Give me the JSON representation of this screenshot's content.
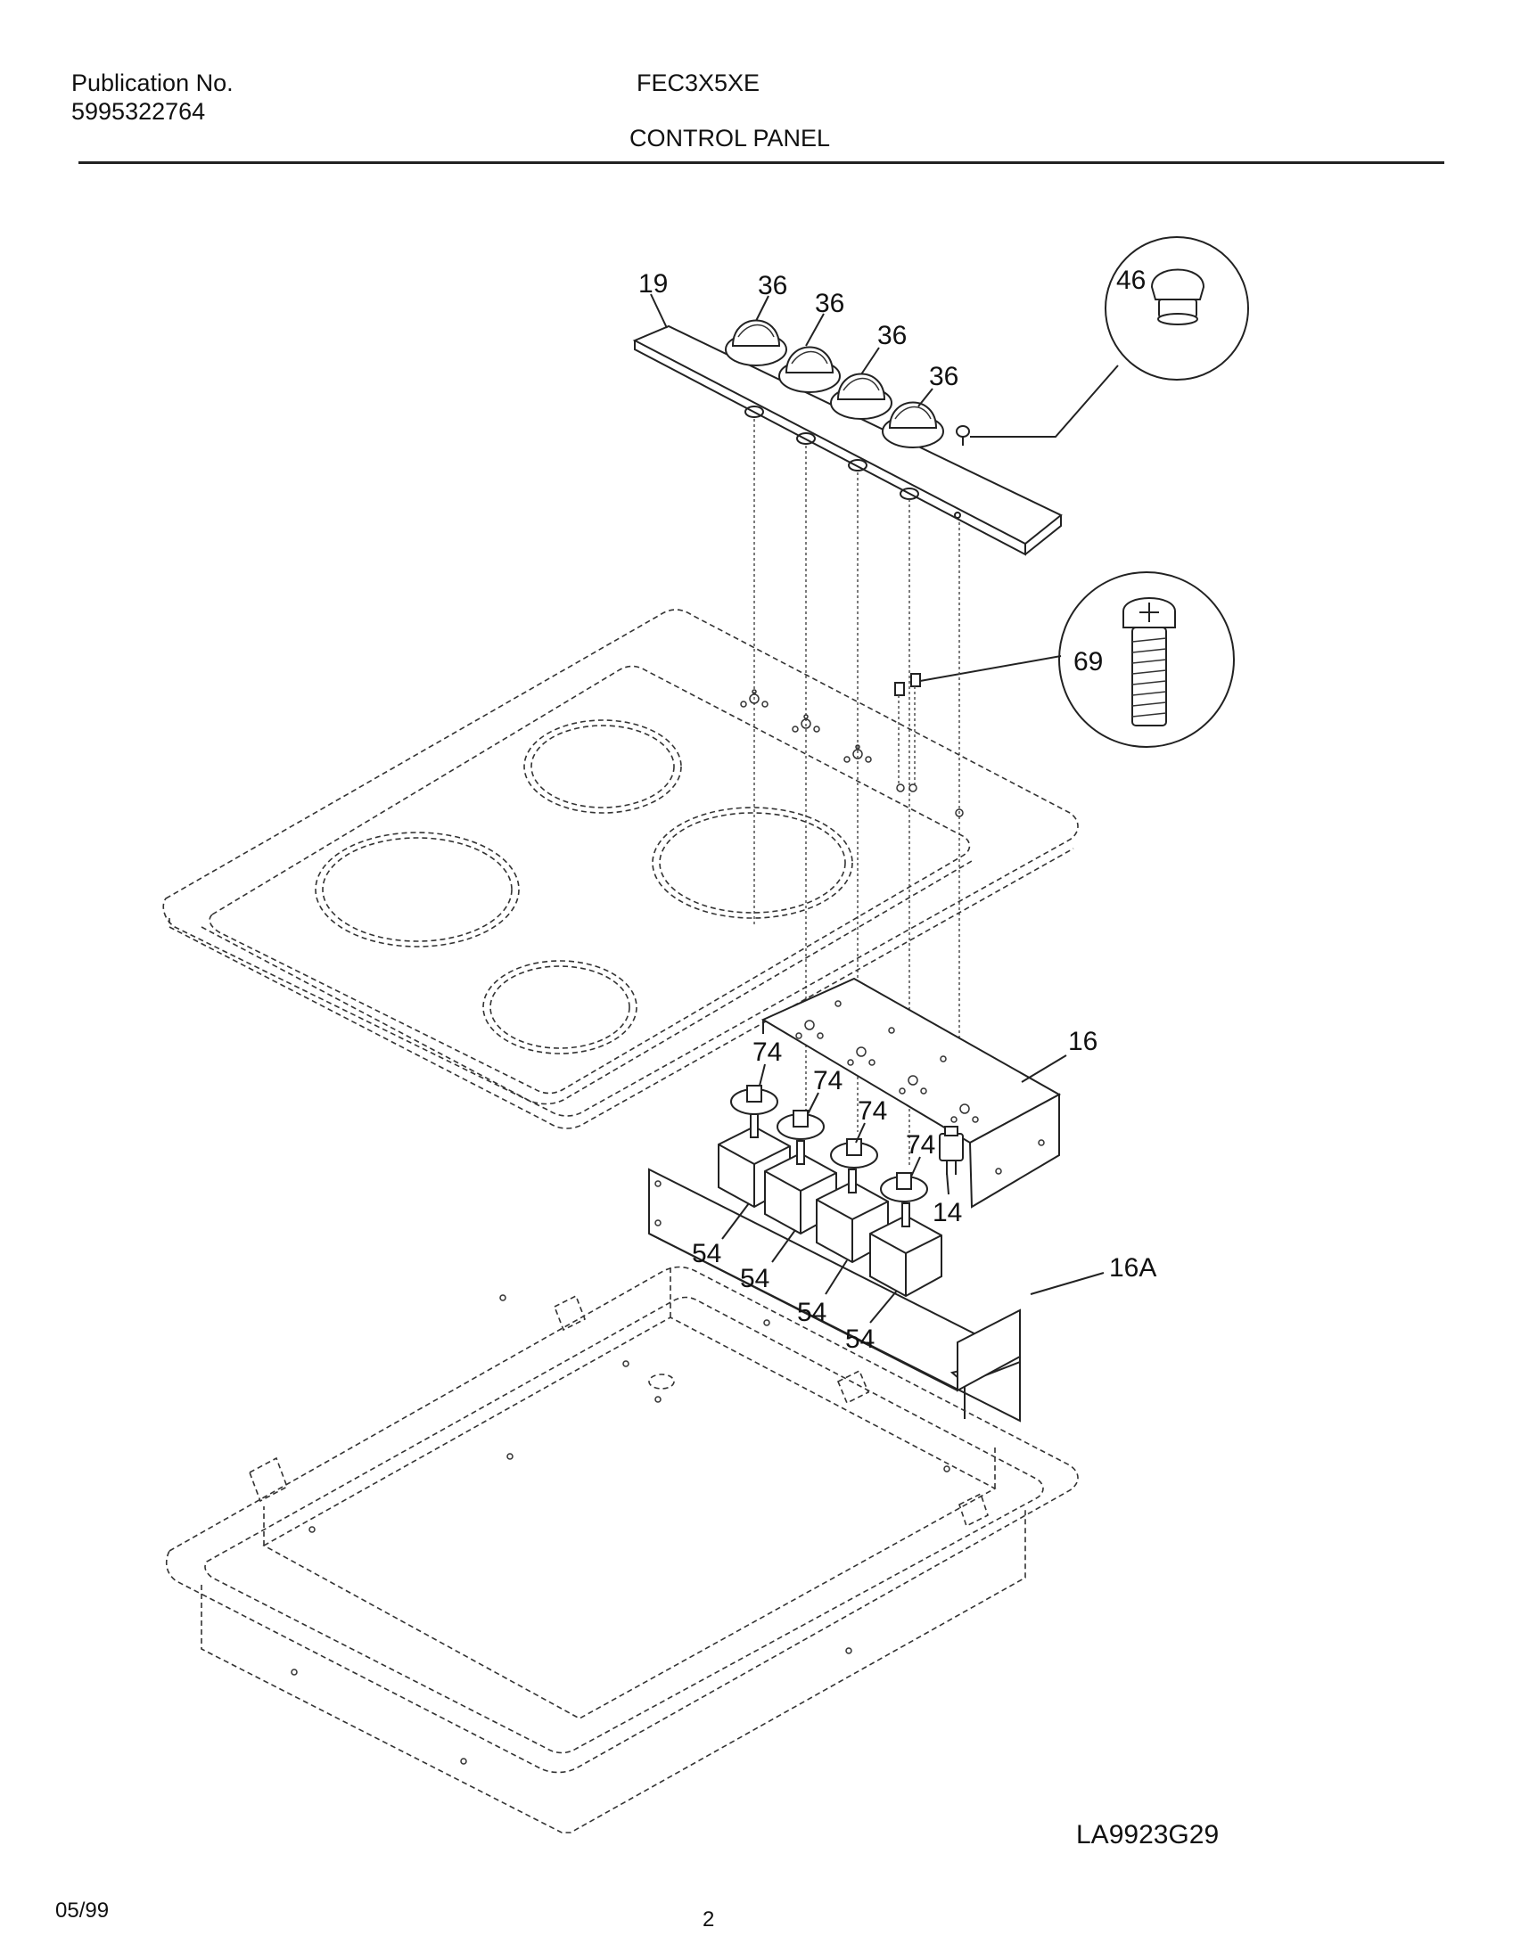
{
  "header": {
    "publication_label": "Publication No.",
    "publication_number": "5995322764",
    "model": "FEC3X5XE",
    "section": "CONTROL PANEL"
  },
  "callouts": {
    "p19": "19",
    "p36a": "36",
    "p36b": "36",
    "p36c": "36",
    "p36d": "36",
    "p46": "46",
    "p69": "69",
    "p16": "16",
    "p16a": "16A",
    "p14": "14",
    "p74a": "74",
    "p74b": "74",
    "p74c": "74",
    "p74d": "74",
    "p54a": "54",
    "p54b": "54",
    "p54c": "54",
    "p54d": "54"
  },
  "footer": {
    "drawing_id": "LA9923G29",
    "date": "05/99",
    "page": "2"
  }
}
